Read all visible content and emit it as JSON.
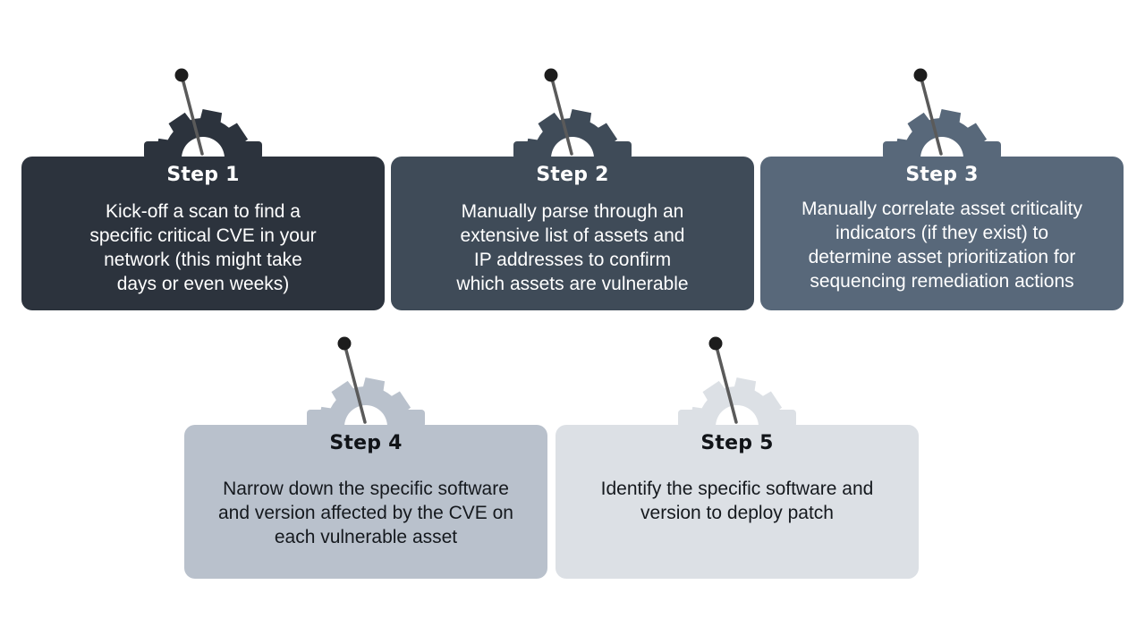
{
  "steps": [
    {
      "title": "Step 1",
      "lines": [
        "Kick-off a scan to find a",
        "specific critical CVE in your",
        "network (this might take",
        "days or even weeks)"
      ],
      "color": "#2c333d",
      "theme": "dark"
    },
    {
      "title": "Step 2",
      "lines": [
        "Manually parse through an",
        "extensive list of assets and",
        "IP addresses to confirm",
        "which assets are vulnerable"
      ],
      "color": "#3f4b58",
      "theme": "dark"
    },
    {
      "title": "Step 3",
      "lines": [
        "Manually correlate asset criticality",
        "indicators (if they exist) to",
        "determine asset prioritization for",
        "sequencing remediation actions"
      ],
      "color": "#58687a",
      "theme": "dark"
    },
    {
      "title": "Step 4",
      "lines": [
        "Narrow down the specific software",
        "and version affected by the CVE on",
        "each vulnerable asset"
      ],
      "color": "#b9c1cc",
      "theme": "light"
    },
    {
      "title": "Step 5",
      "lines": [
        "Identify the specific software and",
        "version to deploy patch"
      ],
      "color": "#dce0e5",
      "theme": "light"
    }
  ]
}
